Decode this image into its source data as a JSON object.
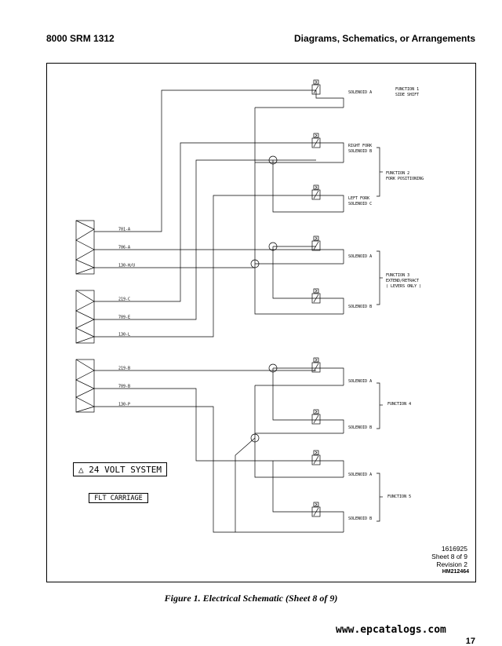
{
  "header": {
    "left": "8000 SRM 1312",
    "right": "Diagrams, Schematics, or Arrangements"
  },
  "caption": "Figure 1.  Electrical Schematic (Sheet 8 of 9)",
  "drawing": {
    "number": "1616925",
    "sheet": "Sheet 8 of 9",
    "revision": "Revision 2",
    "id": "HM212464"
  },
  "notes": {
    "voltage": "24 VOLT SYSTEM",
    "voltage_icon": "warning-triangle-icon",
    "carriage": "FLT CARRIAGE"
  },
  "wires": [
    "701-A",
    "706-A",
    "130-H/U",
    "219-C",
    "709-E",
    "130-L",
    "219-B",
    "709-B",
    "130-P"
  ],
  "solenoids": [
    {
      "label1": "SOLENOID A",
      "label2": ""
    },
    {
      "label1": "RIGHT FORK",
      "label2": "SOLENOID B"
    },
    {
      "label1": "LEFT FORK",
      "label2": "SOLENOID C"
    },
    {
      "label1": "SOLENOID A",
      "label2": ""
    },
    {
      "label1": "SOLENOID B",
      "label2": ""
    },
    {
      "label1": "SOLENOID A",
      "label2": ""
    },
    {
      "label1": "SOLENOID B",
      "label2": ""
    },
    {
      "label1": "SOLENOID A",
      "label2": ""
    },
    {
      "label1": "SOLENOID B",
      "label2": ""
    }
  ],
  "functions": [
    {
      "line1": "FUNCTION 1",
      "line2": "SIDE SHIFT",
      "line3": ""
    },
    {
      "line1": "FUNCTION 2",
      "line2": "FORK POSITIONING",
      "line3": ""
    },
    {
      "line1": "FUNCTION 3",
      "line2": "EXTEND/RETRACT",
      "line3": "( LEVERS ONLY )"
    },
    {
      "line1": "FUNCTION 4",
      "line2": "",
      "line3": ""
    },
    {
      "line1": "FUNCTION 5",
      "line2": "",
      "line3": ""
    }
  ],
  "footer": {
    "url": "www.epcatalogs.com",
    "page": "17"
  }
}
